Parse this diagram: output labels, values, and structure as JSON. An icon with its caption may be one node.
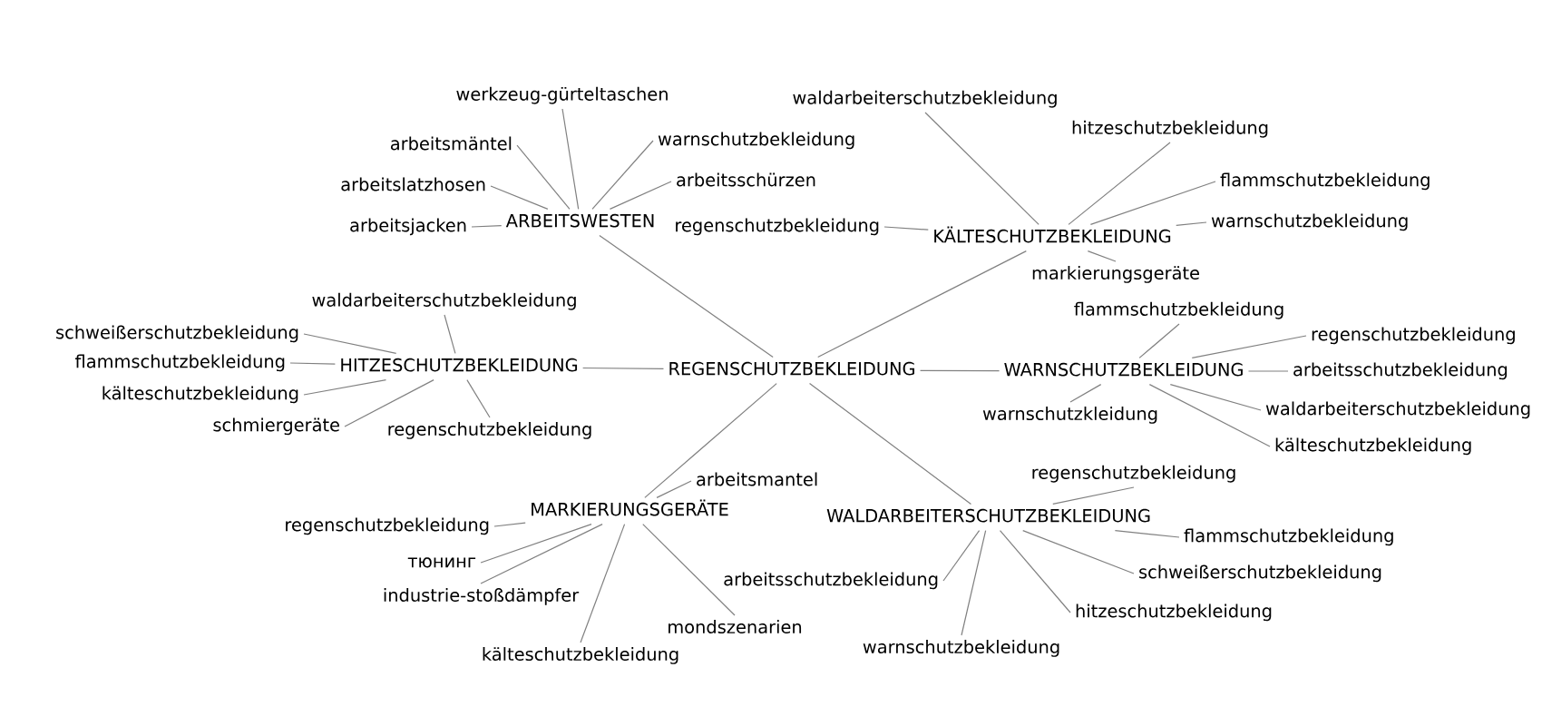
{
  "diagram": {
    "nodes": [
      {
        "text": [
          "REGENSCHUTZBEKLEIDUNG"
        ]
      },
      {
        "text": [
          "ARBEITSWESTEN"
        ]
      },
      {
        "text": [
          "werkzeug-gürteltaschen"
        ]
      },
      {
        "text": [
          "arbeitsmäntel"
        ]
      },
      {
        "text": [
          "warnschutzbekleidung"
        ]
      },
      {
        "text": [
          "arbeitslatzhosen"
        ]
      },
      {
        "text": [
          "arbeitsschürzen"
        ]
      },
      {
        "text": [
          "arbeitsjacken"
        ]
      },
      {
        "text": [
          "KÄLTESCHUTZBEKLEIDUNG"
        ]
      },
      {
        "text": [
          "waldarbeiterschutzbekleidung"
        ]
      },
      {
        "text": [
          "hitzeschutzbekleidung"
        ]
      },
      {
        "text": [
          "flammschutzbekleidung"
        ]
      },
      {
        "text": [
          "regenschutzbekleidung"
        ]
      },
      {
        "text": [
          "warnschutzbekleidung"
        ]
      },
      {
        "text": [
          "markierungsgeräte"
        ]
      },
      {
        "text": [
          "HITZESCHUTZBEKLEIDUNG"
        ]
      },
      {
        "text": [
          "waldarbeiterschutzbekleidung"
        ]
      },
      {
        "text": [
          "schweißerschutzbekleidung"
        ]
      },
      {
        "text": [
          "flammschutzbekleidung"
        ]
      },
      {
        "text": [
          "kälteschutzbekleidung"
        ]
      },
      {
        "text": [
          "schmiergeräte"
        ]
      },
      {
        "text": [
          "regenschutzbekleidung"
        ]
      },
      {
        "text": [
          "WARNSCHUTZBEKLEIDUNG"
        ]
      },
      {
        "text": [
          "flammschutzbekleidung"
        ]
      },
      {
        "text": [
          "regenschutzbekleidung"
        ]
      },
      {
        "text": [
          "arbeitsschutzbekleidung"
        ]
      },
      {
        "text": [
          "waldarbeiterschutzbekleidung"
        ]
      },
      {
        "text": [
          "warnschutzkleidung"
        ]
      },
      {
        "text": [
          "kälteschutzbekleidung"
        ]
      },
      {
        "text": [
          "MARKIERUNGSGERÄTE"
        ]
      },
      {
        "text": [
          "arbeitsmantel"
        ]
      },
      {
        "text": [
          "regenschutzbekleidung"
        ]
      },
      {
        "text": [
          "тюнинг"
        ]
      },
      {
        "text": [
          "industrie-stoßdämpfer"
        ]
      },
      {
        "text": [
          "mondszenarien"
        ]
      },
      {
        "text": [
          "kälteschutzbekleidung"
        ]
      },
      {
        "text": [
          "WALDARBEITERSCHUTZBEKLEIDUNG"
        ]
      },
      {
        "text": [
          "regenschutzbekleidung"
        ]
      },
      {
        "text": [
          "flammschutzbekleidung"
        ]
      },
      {
        "text": [
          "schweißerschutzbekleidung"
        ]
      },
      {
        "text": [
          "arbeitsschutzbekleidung"
        ]
      },
      {
        "text": [
          "hitzeschutzbekleidung"
        ]
      },
      {
        "text": [
          "warnschutzbekleidung"
        ]
      }
    ],
    "edges": [
      {
        "from": 0,
        "to": 1,
        "arrow": "none"
      },
      {
        "from": 0,
        "to": 8,
        "arrow": "none"
      },
      {
        "from": 0,
        "to": 15,
        "arrow": "none"
      },
      {
        "from": 0,
        "to": 22,
        "arrow": "none"
      },
      {
        "from": 0,
        "to": 29,
        "arrow": "none"
      },
      {
        "from": 0,
        "to": 36,
        "arrow": "none"
      },
      {
        "from": 1,
        "to": 2,
        "arrow": "none"
      },
      {
        "from": 1,
        "to": 3,
        "arrow": "none"
      },
      {
        "from": 1,
        "to": 4,
        "arrow": "none"
      },
      {
        "from": 1,
        "to": 5,
        "arrow": "none"
      },
      {
        "from": 1,
        "to": 6,
        "arrow": "none"
      },
      {
        "from": 1,
        "to": 7,
        "arrow": "none"
      },
      {
        "from": 8,
        "to": 9,
        "arrow": "none"
      },
      {
        "from": 8,
        "to": 10,
        "arrow": "none"
      },
      {
        "from": 8,
        "to": 11,
        "arrow": "none"
      },
      {
        "from": 8,
        "to": 12,
        "arrow": "none"
      },
      {
        "from": 8,
        "to": 13,
        "arrow": "none"
      },
      {
        "from": 8,
        "to": 14,
        "arrow": "none"
      },
      {
        "from": 15,
        "to": 16,
        "arrow": "none"
      },
      {
        "from": 15,
        "to": 17,
        "arrow": "none"
      },
      {
        "from": 15,
        "to": 18,
        "arrow": "none"
      },
      {
        "from": 15,
        "to": 19,
        "arrow": "none"
      },
      {
        "from": 15,
        "to": 20,
        "arrow": "none"
      },
      {
        "from": 15,
        "to": 21,
        "arrow": "none"
      },
      {
        "from": 22,
        "to": 23,
        "arrow": "none"
      },
      {
        "from": 22,
        "to": 24,
        "arrow": "none"
      },
      {
        "from": 22,
        "to": 25,
        "arrow": "none"
      },
      {
        "from": 22,
        "to": 26,
        "arrow": "none"
      },
      {
        "from": 22,
        "to": 27,
        "arrow": "none"
      },
      {
        "from": 22,
        "to": 28,
        "arrow": "none"
      },
      {
        "from": 29,
        "to": 30,
        "arrow": "none"
      },
      {
        "from": 29,
        "to": 31,
        "arrow": "none"
      },
      {
        "from": 29,
        "to": 32,
        "arrow": "none"
      },
      {
        "from": 29,
        "to": 33,
        "arrow": "none"
      },
      {
        "from": 29,
        "to": 34,
        "arrow": "none"
      },
      {
        "from": 29,
        "to": 35,
        "arrow": "none"
      },
      {
        "from": 36,
        "to": 37,
        "arrow": "none"
      },
      {
        "from": 36,
        "to": 38,
        "arrow": "none"
      },
      {
        "from": 36,
        "to": 39,
        "arrow": "none"
      },
      {
        "from": 36,
        "to": 40,
        "arrow": "none"
      },
      {
        "from": 36,
        "to": 41,
        "arrow": "none"
      },
      {
        "from": 36,
        "to": 42,
        "arrow": "none"
      }
    ]
  }
}
